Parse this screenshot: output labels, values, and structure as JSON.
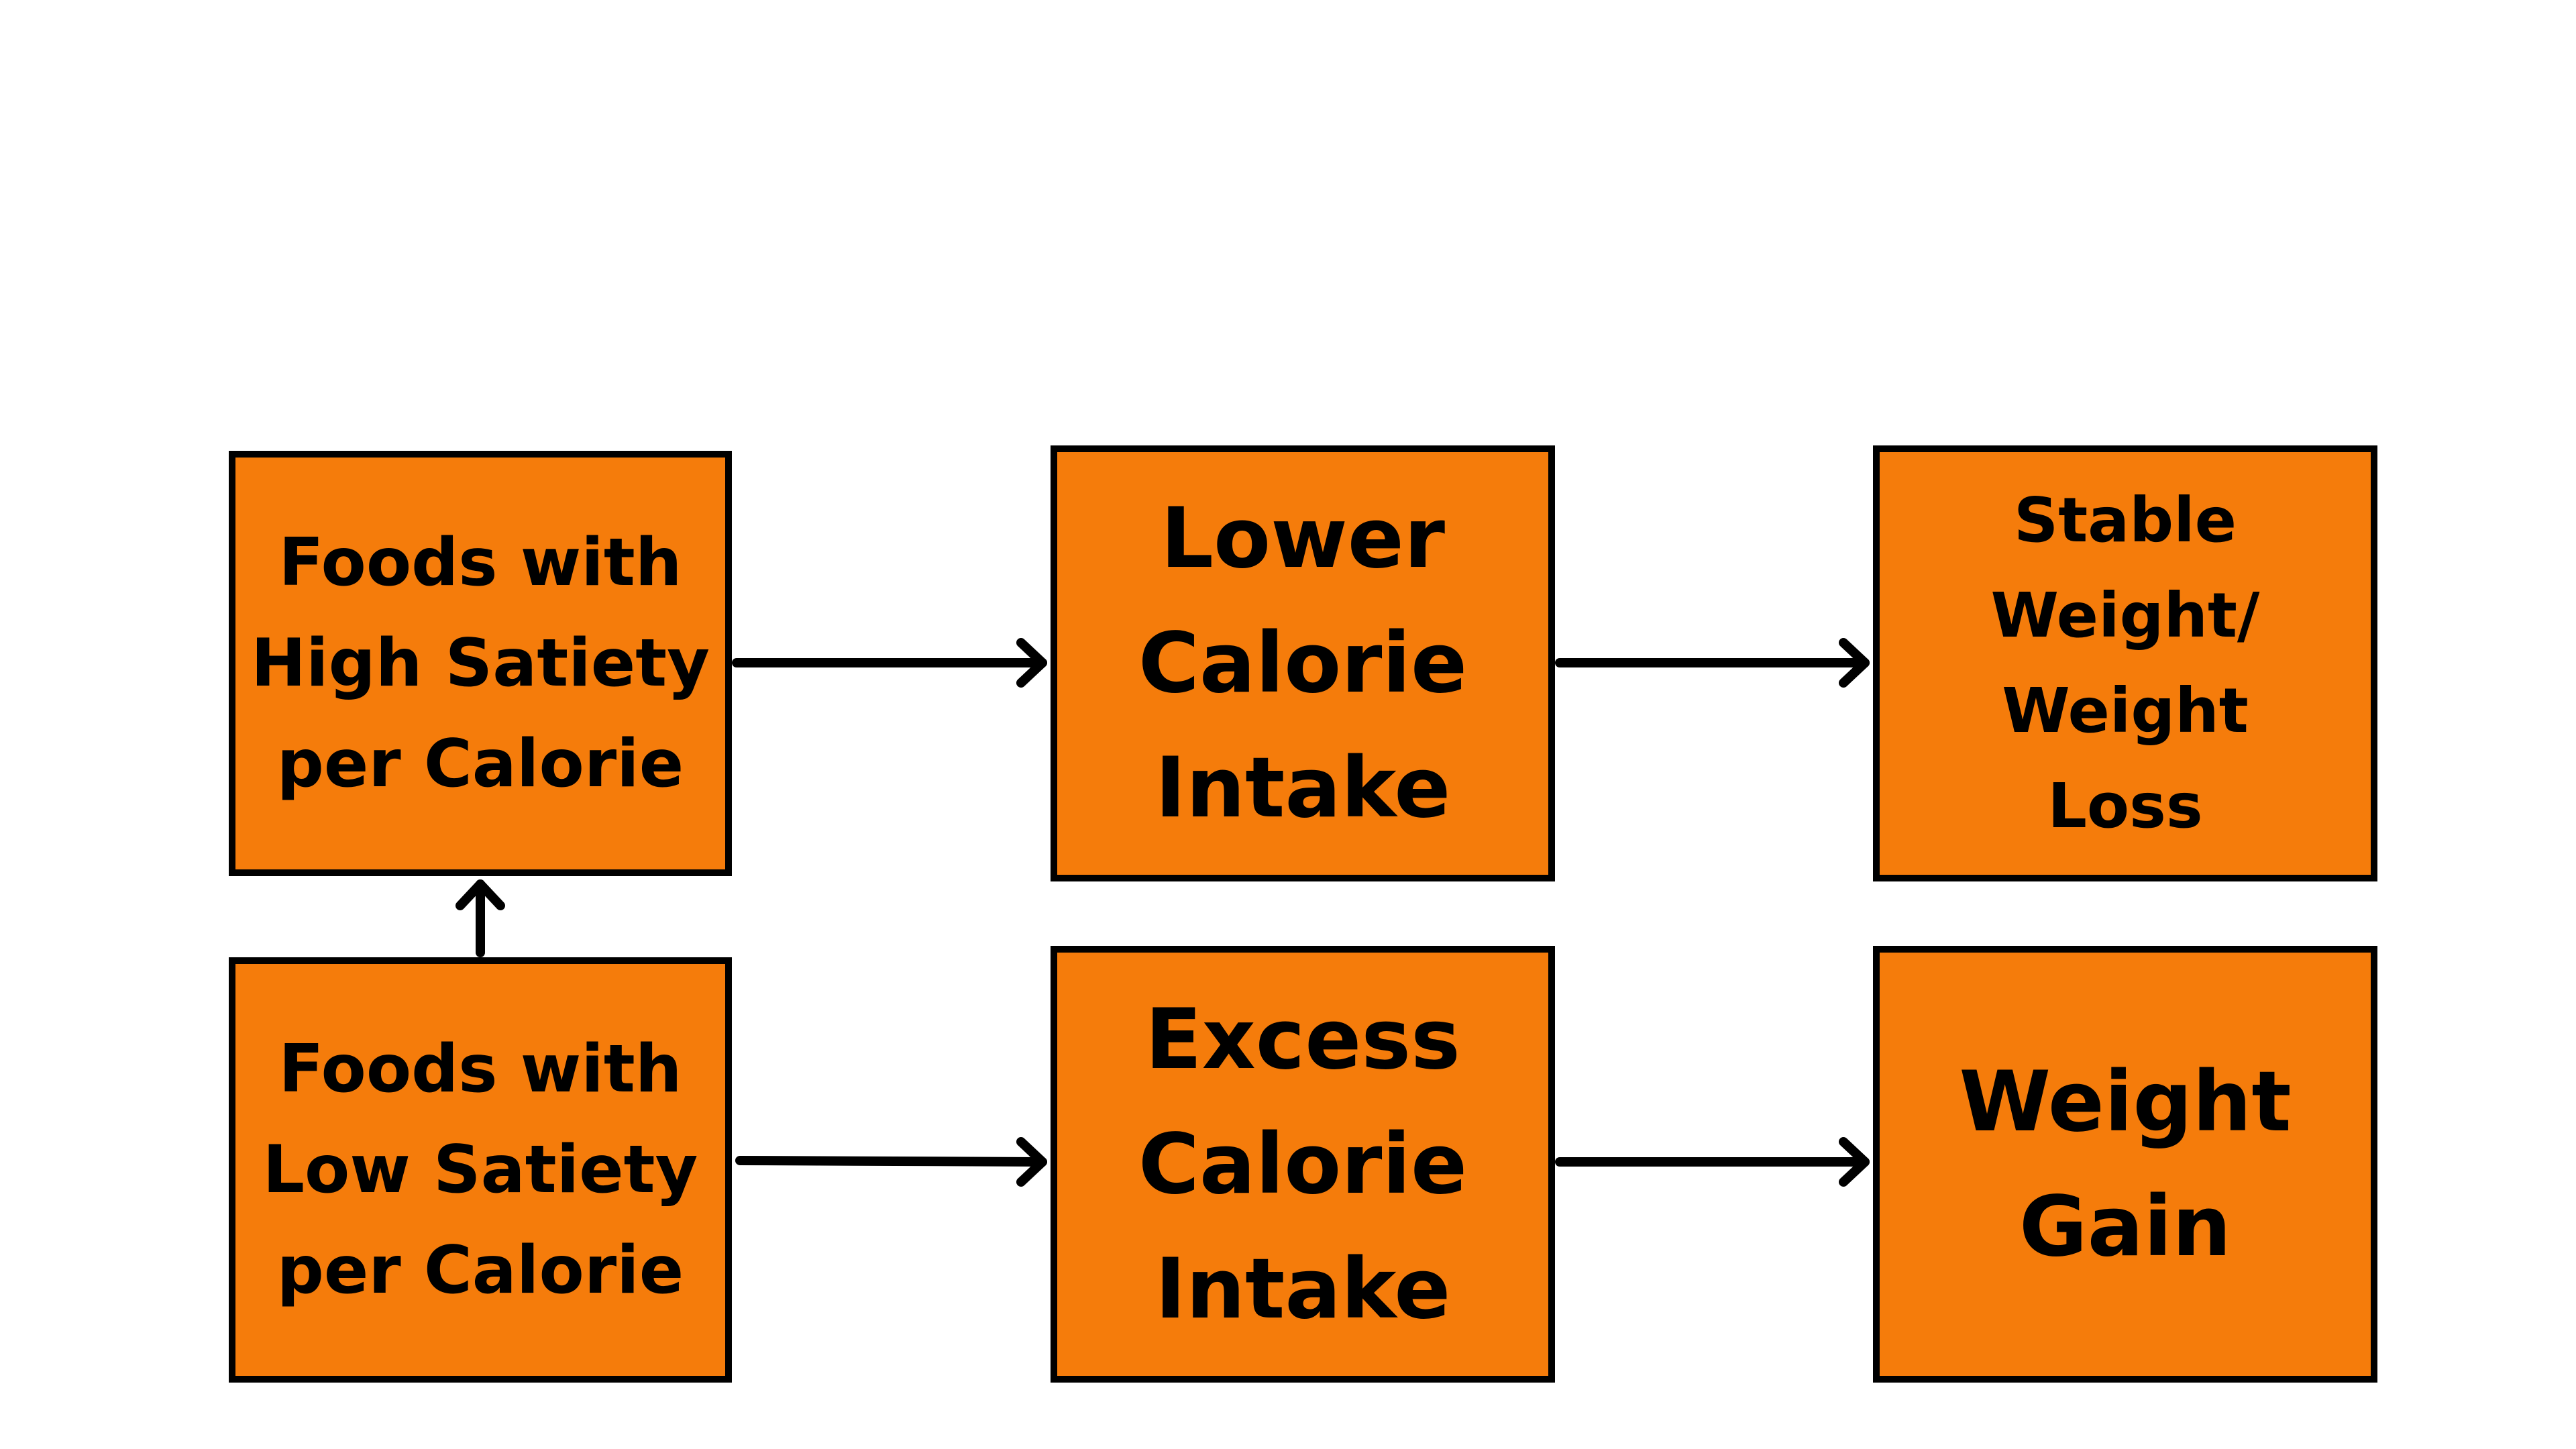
{
  "diagram": {
    "colors": {
      "box_fill": "#f57c0b",
      "stroke": "#000000",
      "background": "#ffffff"
    },
    "nodes": {
      "high_satiety": {
        "lines": [
          "Foods with",
          "High Satiety",
          "per Calorie"
        ]
      },
      "low_satiety": {
        "lines": [
          "Foods with",
          "Low Satiety",
          "per Calorie"
        ]
      },
      "lower_intake": {
        "lines": [
          "Lower",
          "Calorie",
          "Intake"
        ]
      },
      "excess_intake": {
        "lines": [
          "Excess",
          "Calorie",
          "Intake"
        ]
      },
      "stable_weight": {
        "lines": [
          "Stable",
          "Weight/",
          "Weight",
          "Loss"
        ]
      },
      "weight_gain": {
        "lines": [
          "Weight",
          "Gain"
        ]
      }
    },
    "edges": [
      {
        "from": "low_satiety",
        "to": "high_satiety"
      },
      {
        "from": "high_satiety",
        "to": "lower_intake"
      },
      {
        "from": "lower_intake",
        "to": "stable_weight"
      },
      {
        "from": "low_satiety",
        "to": "excess_intake"
      },
      {
        "from": "excess_intake",
        "to": "weight_gain"
      }
    ]
  }
}
